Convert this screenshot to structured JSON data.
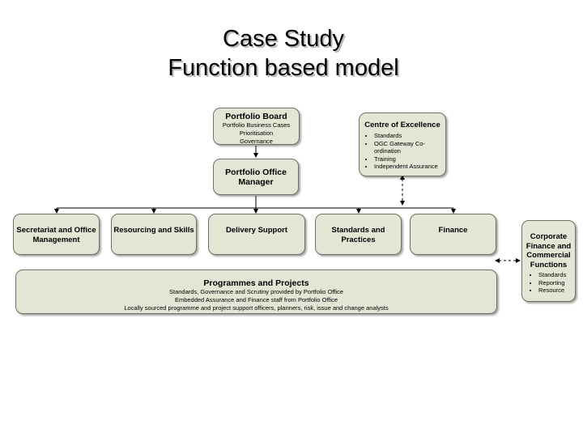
{
  "title": {
    "line1": "Case Study",
    "line2": "Function based model"
  },
  "portfolio_board": {
    "heading": "Portfolio Board",
    "lines": [
      "Portfolio Business Cases",
      "Prioritisation",
      "Governance"
    ]
  },
  "portfolio_office_manager": {
    "heading": "Portfolio Office Manager"
  },
  "centre_of_excellence": {
    "heading": "Centre of Excellence",
    "items": [
      "Standards",
      "OGC Gateway Co-ordination",
      "Training",
      "Independent Assurance"
    ]
  },
  "functions": [
    {
      "label": "Secretariat and Office Management"
    },
    {
      "label": "Resourcing and Skills"
    },
    {
      "label": "Delivery Support"
    },
    {
      "label": "Standards and Practices"
    },
    {
      "label": "Finance"
    }
  ],
  "corporate": {
    "heading": "Corporate Finance and Commercial Functions",
    "items": [
      "Standards",
      "Reporting",
      "Resource"
    ]
  },
  "programmes": {
    "heading": "Programmes and Projects",
    "lines": [
      "Standards, Governance and Scrutiny provided by Portfolio Office",
      "Embedded Assurance and Finance staff from Portfolio Office",
      "Locally sourced programme and project support officers, planners, risk, issue and change analysts"
    ]
  },
  "colors": {
    "box_fill": "#e3e5d5",
    "box_border": "#6f7262",
    "connector": "#000000"
  }
}
